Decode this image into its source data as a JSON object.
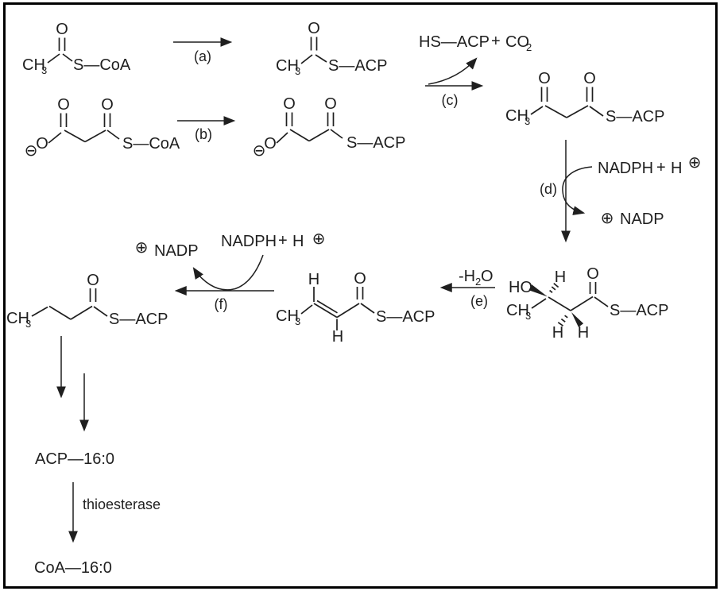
{
  "scheme": {
    "ink_color": "#1f1f1f",
    "steps": {
      "a": "(a)",
      "b": "(b)",
      "c": "(c)",
      "d": "(d)",
      "e": "(e)",
      "f": "(f)"
    },
    "atoms": {
      "o": "O",
      "h": "H",
      "ho": "HO",
      "ch": "CH",
      "sub3": "3"
    },
    "carriers": {
      "s_coa": "S—CoA",
      "s_acp": "S—ACP"
    },
    "charges": {
      "minus": "⊖",
      "plus": "⊕"
    },
    "release": {
      "hs_acp": "HS—ACP",
      "plus": "+",
      "co": "CO",
      "sub2": "2"
    },
    "cofactors": {
      "nadph": "NADPH",
      "plus": "+",
      "h": "H",
      "nadp": "NADP"
    },
    "dehydration": {
      "minus_h": "-H",
      "sub2": "2",
      "o": "O"
    },
    "products": {
      "acp16": "ACP—16:0",
      "enzyme": "thioesterase",
      "coa16": "CoA—16:0"
    }
  }
}
